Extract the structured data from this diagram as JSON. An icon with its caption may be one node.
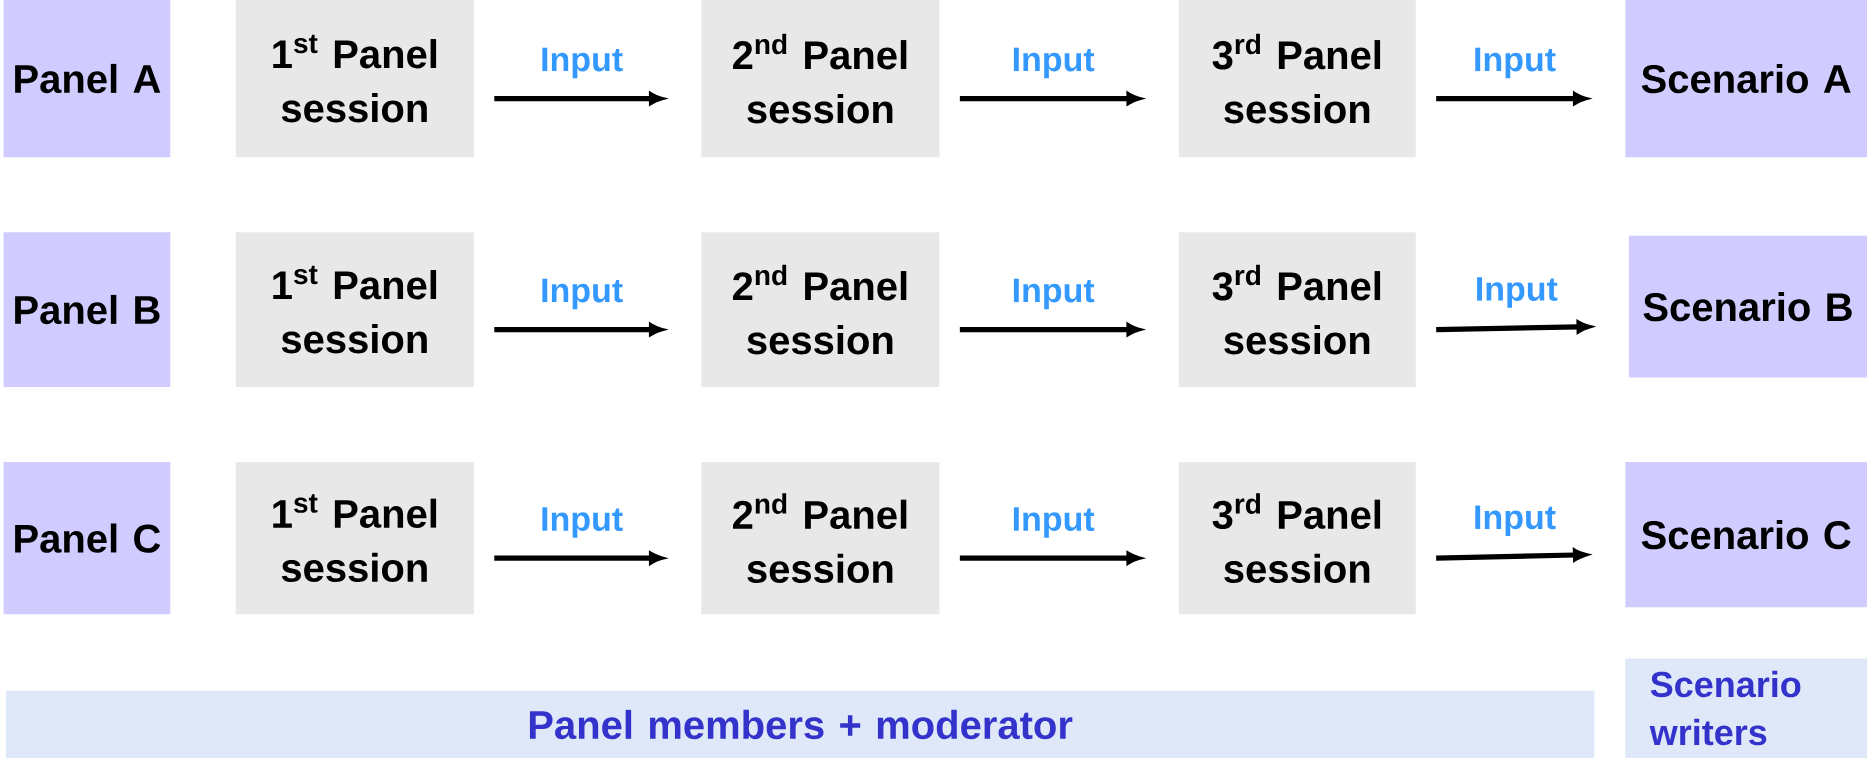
{
  "diagram": {
    "nodes": [
      {
        "text": [
          "Panel A"
        ]
      },
      {
        "text": [
          "1$^{st}$ Panel session"
        ]
      },
      {
        "text": [
          "2$^{nd}$ Panel session"
        ]
      },
      {
        "text": [
          "3$^{rd}$ Panel session"
        ]
      },
      {
        "text": [
          "Scenario A"
        ]
      },
      {
        "text": [
          "Panel B"
        ]
      },
      {
        "text": [
          "1$^{st}$ Panel session"
        ]
      },
      {
        "text": [
          "2$^{nd}$ Panel session"
        ]
      },
      {
        "text": [
          "3$^{rd}$ Panel session"
        ]
      },
      {
        "text": [
          "Scenario B"
        ]
      },
      {
        "text": [
          "Panel C"
        ]
      },
      {
        "text": [
          "1$^{st}$ Panel session"
        ]
      },
      {
        "text": [
          "2$^{nd}$ Panel session"
        ]
      },
      {
        "text": [
          "3$^{rd}$ Panel session"
        ]
      },
      {
        "text": [
          "Scenario C"
        ]
      },
      {
        "text": [
          "Panel members + moderator"
        ]
      },
      {
        "text": [
          "Scenario writers"
        ]
      }
    ],
    "edges": [
      {
        "from": 1,
        "to": 2,
        "arrow": "to",
        "label": "Input"
      },
      {
        "from": 2,
        "to": 3,
        "arrow": "to",
        "label": "Input"
      },
      {
        "from": 3,
        "to": 4,
        "arrow": "to",
        "label": "Input"
      },
      {
        "from": 6,
        "to": 7,
        "arrow": "to",
        "label": "Input"
      },
      {
        "from": 7,
        "to": 8,
        "arrow": "to",
        "label": "Input"
      },
      {
        "from": 8,
        "to": 9,
        "arrow": "to",
        "label": "Input"
      },
      {
        "from": 11,
        "to": 12,
        "arrow": "to",
        "label": "Input"
      },
      {
        "from": 12,
        "to": 13,
        "arrow": "to",
        "label": "Input"
      },
      {
        "from": 13,
        "to": 14,
        "arrow": "to",
        "label": "Input"
      }
    ]
  }
}
